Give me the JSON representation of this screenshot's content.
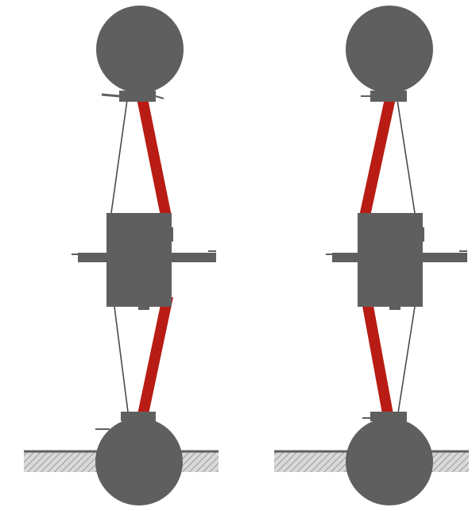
{
  "colors": {
    "body": "#5f5f5f",
    "strap": "#b81c14",
    "strap_edge": "#8a120c",
    "wire": "#4a4a4a",
    "ground_fill": "#cfcfcf",
    "ground_line": "#5f5f5f",
    "background": "#ffffff"
  },
  "figures": [
    {
      "name": "left-assembly",
      "description_icons": [
        "top-ball-icon",
        "center-block-icon",
        "bottom-ball-icon",
        "ground-icon"
      ],
      "strap_side": "right"
    },
    {
      "name": "right-assembly",
      "description_icons": [
        "top-ball-icon",
        "center-block-icon",
        "bottom-ball-icon",
        "ground-icon"
      ],
      "strap_side": "left"
    }
  ]
}
